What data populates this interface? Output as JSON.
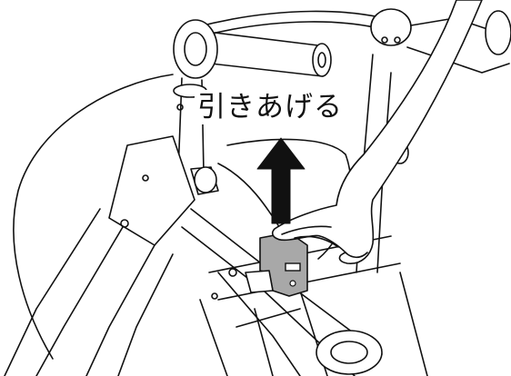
{
  "instruction": {
    "text": "引きあげる",
    "direction": "up"
  },
  "colors": {
    "line": "#111111",
    "arrow": "#111111",
    "latch": "#a8a8a8",
    "background": "#ffffff"
  },
  "icons": {
    "arrow": "up-arrow",
    "hand": "hand",
    "latch": "fold-latch"
  }
}
